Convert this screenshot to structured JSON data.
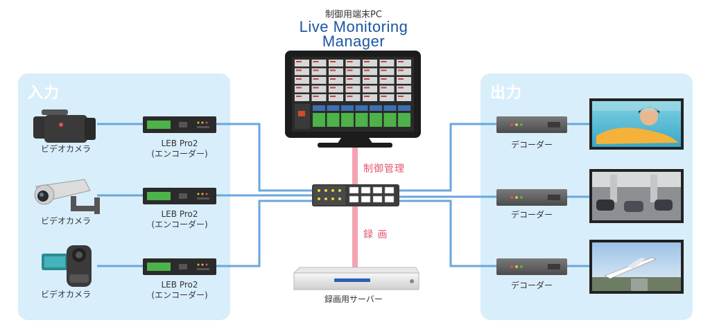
{
  "header": {
    "subtitle": "制御用端末PC",
    "title_line1": "Live Monitoring",
    "title_line2": "Manager"
  },
  "input_panel": {
    "title": "入力",
    "cameras": [
      {
        "label": "ビデオカメラ",
        "icon": "camcorder-icon"
      },
      {
        "label": "ビデオカメラ",
        "icon": "security-camera-icon"
      },
      {
        "label": "ビデオカメラ",
        "icon": "handheld-camera-icon"
      }
    ],
    "encoders": [
      {
        "line1": "LEB Pro2",
        "line2": "(エンコーダー)"
      },
      {
        "line1": "LEB Pro2",
        "line2": "(エンコーダー)"
      },
      {
        "line1": "LEB Pro2",
        "line2": "(エンコーダー)"
      }
    ]
  },
  "output_panel": {
    "title": "出力",
    "decoders": [
      {
        "label": "デコーダー"
      },
      {
        "label": "デコーダー"
      },
      {
        "label": "デコーダー"
      }
    ],
    "monitors": [
      {
        "icon": "child-pool-image"
      },
      {
        "icon": "parking-garage-image"
      },
      {
        "icon": "airplane-image"
      }
    ]
  },
  "links": {
    "control": "制御管理",
    "recording": "録 画"
  },
  "server": {
    "label": "録画用サーバー"
  },
  "colors": {
    "panel": "#d9eefb",
    "wire": "#6aa6dc",
    "pink": "#f4a3b1",
    "title_blue": "#1a55a6",
    "device": "#2b2b2b",
    "display_green": "#4db24a"
  }
}
